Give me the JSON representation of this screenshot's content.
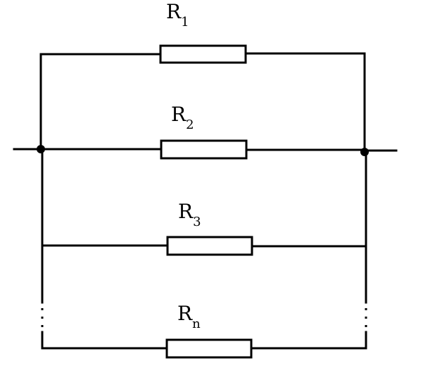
{
  "diagram": {
    "resistors": [
      {
        "letter": "R",
        "index": "1"
      },
      {
        "letter": "R",
        "index": "2"
      },
      {
        "letter": "R",
        "index": "3"
      },
      {
        "letter": "R",
        "index": "n"
      }
    ],
    "colors": {
      "stroke": "#000000",
      "background": "#ffffff"
    }
  }
}
